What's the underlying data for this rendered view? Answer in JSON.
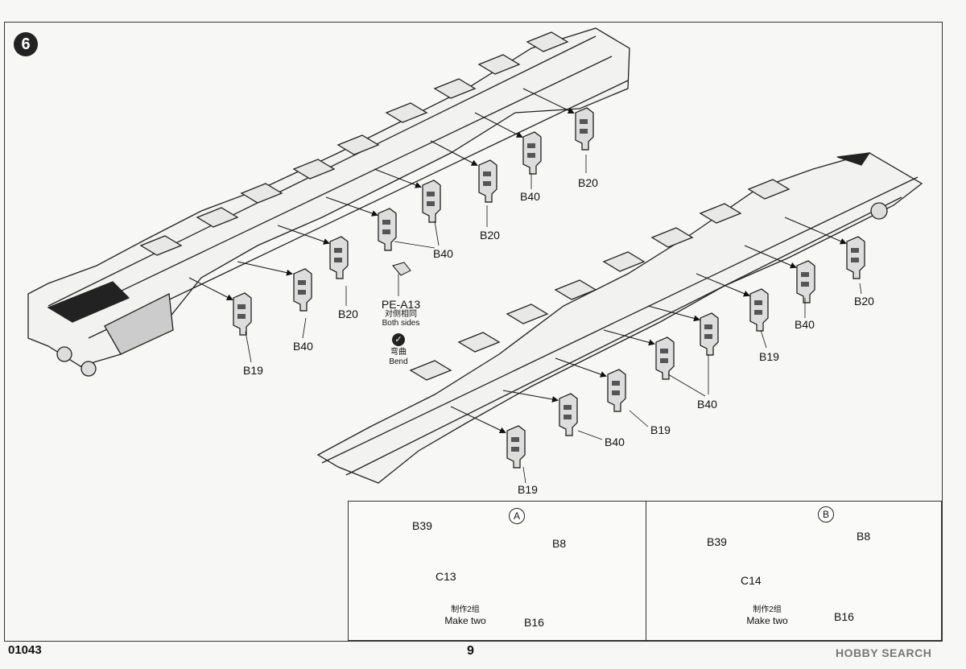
{
  "step": "6",
  "footer": {
    "code": "01043",
    "page": "9",
    "watermark": "HOBBY SEARCH"
  },
  "parts": {
    "left_frame": [
      {
        "name": "B20",
        "label": "B20"
      },
      {
        "name": "B40",
        "label": "B40"
      },
      {
        "name": "B20",
        "label": "B20"
      },
      {
        "name": "B40",
        "label": "B40"
      },
      {
        "name": "B40",
        "label": "B40"
      },
      {
        "name": "B20",
        "label": "B20"
      },
      {
        "name": "B40",
        "label": "B40"
      },
      {
        "name": "B19",
        "label": "B19"
      }
    ],
    "right_frame": [
      {
        "name": "B20",
        "label": "B20"
      },
      {
        "name": "B40",
        "label": "B40"
      },
      {
        "name": "B19",
        "label": "B19"
      },
      {
        "name": "B40",
        "label": "B40"
      },
      {
        "name": "B19",
        "label": "B19"
      },
      {
        "name": "B40",
        "label": "B40"
      },
      {
        "name": "B19",
        "label": "B19"
      }
    ]
  },
  "pe_note": {
    "part": "PE-A13",
    "cn": "对侧相同",
    "en": "Both sides"
  },
  "bend_note": {
    "cn": "弯曲",
    "en": "Bend"
  },
  "insets": [
    {
      "letter": "A",
      "parts": [
        "B39",
        "C13",
        "B8",
        "B16"
      ],
      "note_cn": "制作2组",
      "note_en": "Make two"
    },
    {
      "letter": "B",
      "parts": [
        "B39",
        "C14",
        "B8",
        "B16"
      ],
      "note_cn": "制作2组",
      "note_en": "Make two"
    }
  ]
}
